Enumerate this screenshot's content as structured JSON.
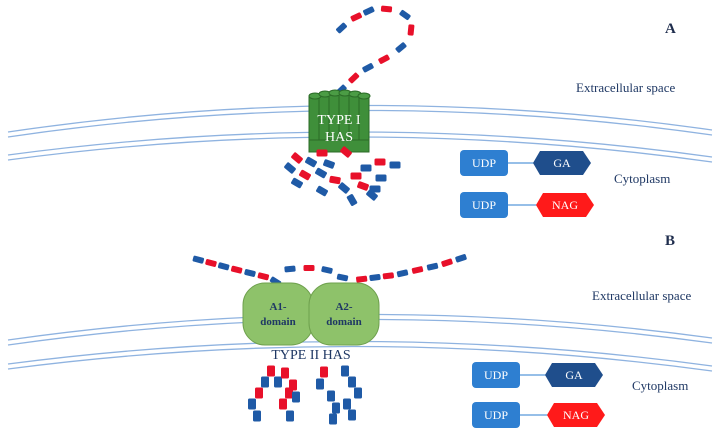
{
  "panel_a": {
    "letter": "A",
    "extracellular_label": "Extracellular space",
    "cytoplasm_label": "Cytoplasm",
    "enzyme_line1": "TYPE I",
    "enzyme_line2": "HAS",
    "legend": [
      {
        "udp": "UDP",
        "sugar": "GA",
        "sugar_color": "#1f4e8c"
      },
      {
        "udp": "UDP",
        "sugar": "NAG",
        "sugar_color": "#ff1a1a"
      }
    ]
  },
  "panel_b": {
    "letter": "B",
    "extracellular_label": "Extracellular space",
    "cytoplasm_label": "Cytoplasm",
    "domain_a1_line1": "A1-",
    "domain_a1_line2": "domain",
    "domain_a2_line1": "A2-",
    "domain_a2_line2": "domain",
    "enzyme_label": "TYPE II HAS",
    "legend": [
      {
        "udp": "UDP",
        "sugar": "GA",
        "sugar_color": "#1f4e8c"
      },
      {
        "udp": "UDP",
        "sugar": "NAG",
        "sugar_color": "#ff1a1a"
      }
    ]
  },
  "colors": {
    "ga_blue": "#1f5aa6",
    "nag_red": "#e8102a",
    "udp_blue": "#2e7fd1",
    "membrane": "#8fb3e0",
    "type1_green": "#3f8f3a",
    "domain_green": "#8ec26a"
  }
}
